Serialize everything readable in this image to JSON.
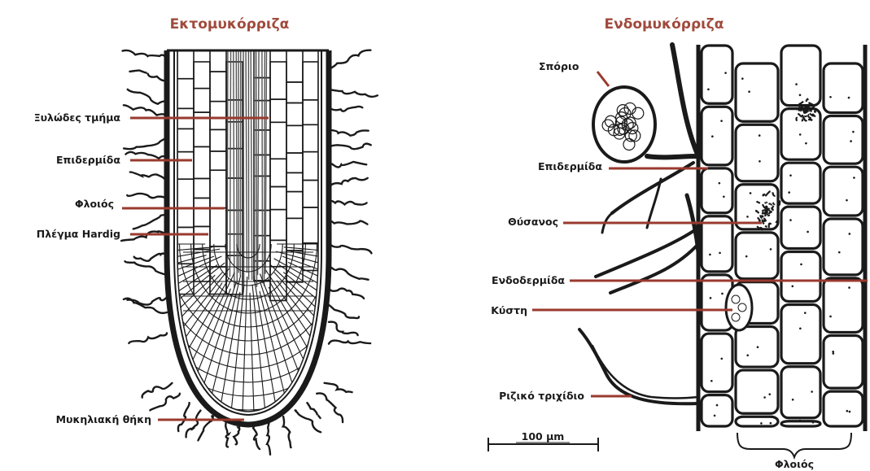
{
  "colors": {
    "title": "#a04a3c",
    "leader": "#9a3a2e",
    "ink": "#1a1a1a",
    "background": "#ffffff"
  },
  "left_panel": {
    "title": "Εκτομυκόρριζα",
    "labels": {
      "xylem": "Ξυλώδες τμήμα",
      "epidermis": "Επιδερμίδα",
      "cortex": "Φλοιός",
      "hartig_net": "Πλέγμα Hardig",
      "mycelial_sheath": "Μυκηλιακή θήκη"
    }
  },
  "right_panel": {
    "title": "Ενδομυκόρριζα",
    "labels": {
      "spore": "Σπόριο",
      "epidermis": "Επιδερμίδα",
      "arbuscule": "Θύσανος",
      "endodermis": "Ενδοδερμίδα",
      "vesicle": "Κύστη",
      "root_hair": "Ριζικό τριχίδιο"
    },
    "scale_bar": "100 μm",
    "cortex_bracket": "Φλοιός"
  }
}
